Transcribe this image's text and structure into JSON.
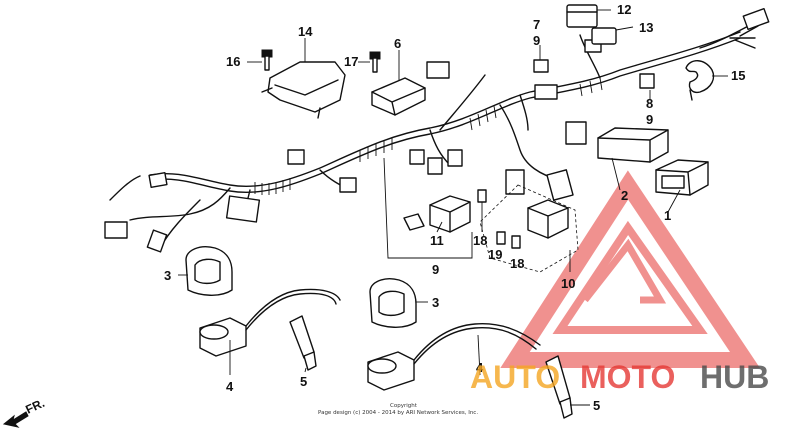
{
  "callouts": {
    "c1": "1",
    "c2": "2",
    "c3a": "3",
    "c3b": "3",
    "c4a": "4",
    "c4b": "4",
    "c5a": "5",
    "c5b": "5",
    "c6": "6",
    "c7": "7",
    "c8": "8",
    "c9a": "9",
    "c9b": "9",
    "c9c": "9",
    "c10": "10",
    "c11": "11",
    "c12": "12",
    "c13": "13",
    "c14": "14",
    "c15": "15",
    "c16": "16",
    "c17": "17",
    "c18a": "18",
    "c18b": "18",
    "c19": "19"
  },
  "copyright": {
    "line1": "Copyright",
    "line2": "Page design (c) 2004 - 2014 by ARI Network Services, Inc."
  },
  "direction_marker": "FR.",
  "watermark": {
    "word_part1": "AUTO",
    "word_part2": "MOTO",
    "word_part3": "HUB"
  },
  "colors": {
    "watermark_red": "#e53935",
    "watermark_orange": "#f5a623",
    "watermark_gray": "#4a4a4a"
  }
}
